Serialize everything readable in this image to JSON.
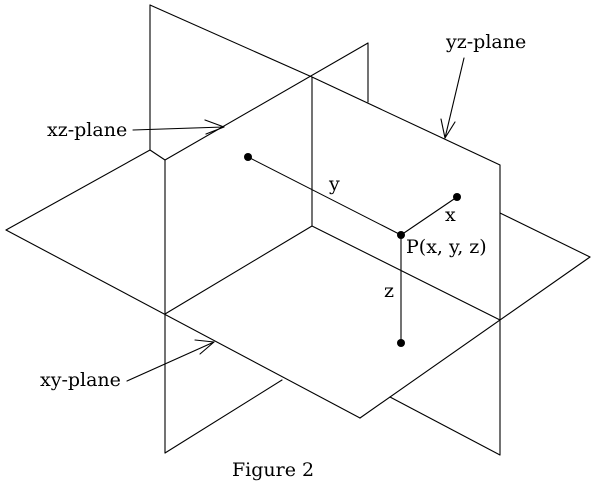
{
  "labels": {
    "yz_plane": "yz-plane",
    "xz_plane": "xz-plane",
    "xy_plane": "xy-plane",
    "y_axis": "y",
    "x_axis": "x",
    "z_axis": "z",
    "point_p": "P(x, y, z)",
    "caption": "Figure 2"
  },
  "colors": {
    "ink": "#000000",
    "background": "#ffffff"
  }
}
